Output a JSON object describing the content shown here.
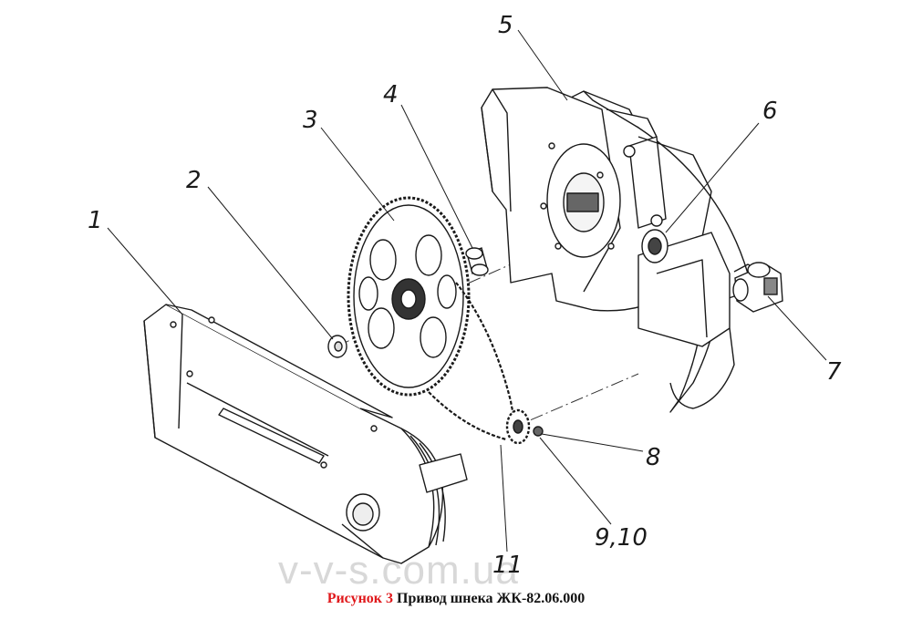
{
  "labels": {
    "l1": "1",
    "l2": "2",
    "l3": "3",
    "l4": "4",
    "l5": "5",
    "l6": "6",
    "l7": "7",
    "l8": "8",
    "l9": "9,10",
    "l11": "11"
  },
  "watermark": "v-v-s.com.ua",
  "caption": {
    "figure": "Рисунок 3",
    "title": "Привод шнека ЖК-82.06.000"
  },
  "colors": {
    "caption_red": "#e0181b",
    "line": "#1a1a1a"
  }
}
